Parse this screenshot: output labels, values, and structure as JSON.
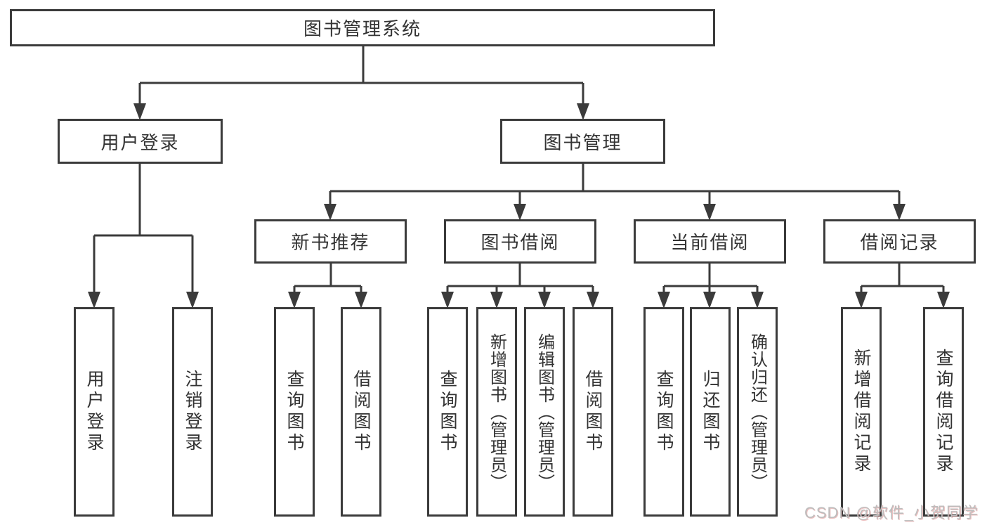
{
  "diagram": {
    "root": {
      "label": "图书管理系统"
    },
    "branches": [
      {
        "label": "用户登录",
        "children": [
          {
            "label": "用户登录"
          },
          {
            "label": "注销登录"
          }
        ]
      },
      {
        "label": "图书管理",
        "children": [
          {
            "label": "新书推荐",
            "children": [
              {
                "label": "查询图书"
              },
              {
                "label": "借阅图书"
              }
            ]
          },
          {
            "label": "图书借阅",
            "children": [
              {
                "label": "查询图书"
              },
              {
                "label": "新增图书（管理员）"
              },
              {
                "label": "编辑图书（管理员）"
              },
              {
                "label": "借阅图书"
              }
            ]
          },
          {
            "label": "当前借阅",
            "children": [
              {
                "label": "查询图书"
              },
              {
                "label": "归还图书"
              },
              {
                "label": "确认归还（管理员）"
              }
            ]
          },
          {
            "label": "借阅记录",
            "children": [
              {
                "label": "新增借阅记录"
              },
              {
                "label": "查询借阅记录"
              }
            ]
          }
        ]
      }
    ]
  },
  "watermark": {
    "text": "CSDN @软件_小贺同学"
  },
  "colors": {
    "line": "#3b3b3b",
    "text": "#333333",
    "background": "#ffffff",
    "watermark": "#bdbdbd"
  }
}
